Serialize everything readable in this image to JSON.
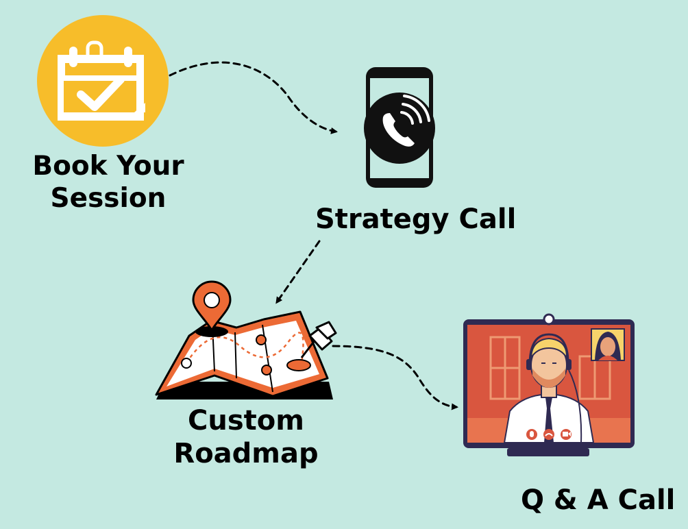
{
  "steps": [
    {
      "line1": "Book Your",
      "line2": "Session",
      "icon": "calendar-check-icon",
      "color": "#f7bd2a"
    },
    {
      "line1": "Strategy Call",
      "icon": "phone-call-icon",
      "color": "#111111"
    },
    {
      "line1": "Custom",
      "line2": "Roadmap",
      "icon": "map-pin-icon",
      "color": "#ec6a35"
    },
    {
      "line1": "Q & A Call",
      "icon": "video-call-monitor-icon",
      "color": "#d9563f"
    }
  ],
  "colors": {
    "background": "#c4e9e1",
    "calendar_circle": "#f7bd2a",
    "map_orange": "#ec6a35",
    "monitor_frame": "#2f2a52",
    "screen": "#d9563f"
  }
}
